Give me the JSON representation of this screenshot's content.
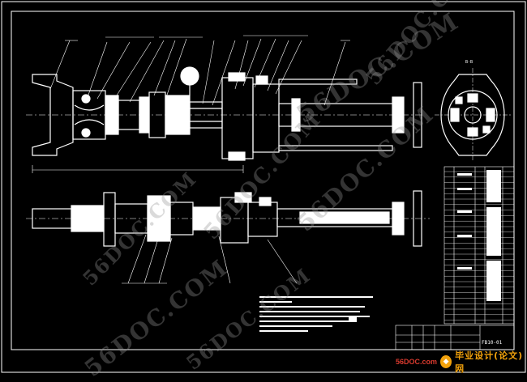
{
  "drawing": {
    "section_label": "B-B",
    "drawing_number": "FB10-01",
    "line_color": "#ffffff",
    "background": "#000000"
  },
  "watermarks": [
    {
      "text": "56DOC.COM"
    },
    {
      "text": "56DOC.COM"
    },
    {
      "text": "56DOC.COM"
    },
    {
      "text": "56DOC.COM"
    },
    {
      "text": "56DOC.COM"
    },
    {
      "text": "56DOC.COM"
    },
    {
      "text": "56DOC.COM"
    }
  ],
  "brand": {
    "domain": "56DOC.com",
    "name": "毕业设计(论文)网",
    "domain_color": "#d83a2e",
    "name_color": "#f2a20c",
    "badge_icon": "graduation-cap-icon"
  }
}
